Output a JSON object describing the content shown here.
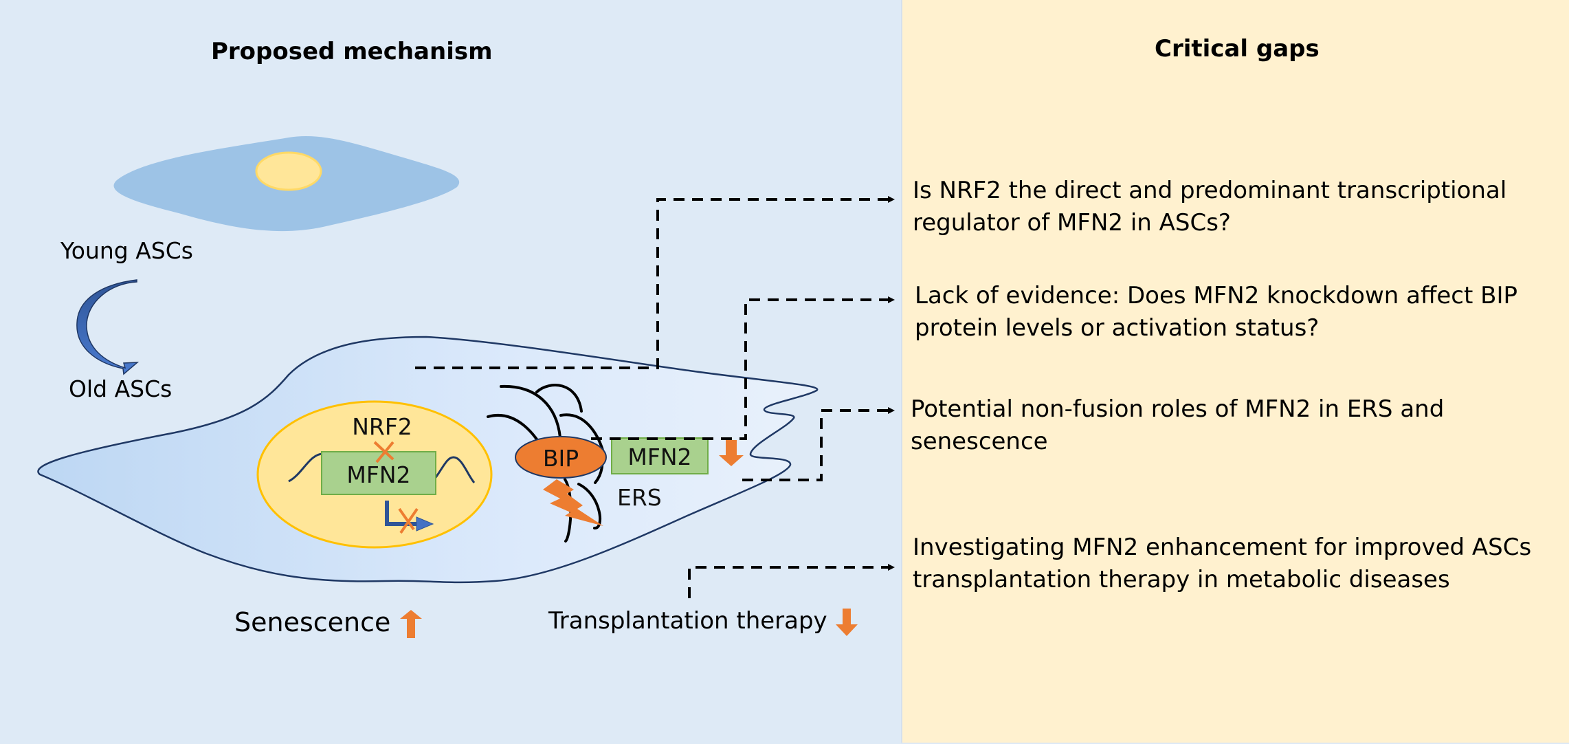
{
  "left_panel": {
    "title": "Proposed mechanism",
    "young_label": "Young ASCs",
    "old_label": "Old ASCs",
    "nucleus": {
      "factor_label": "NRF2",
      "gene_label": "MFN2"
    },
    "er": {
      "bip_label": "BIP",
      "mfn2_label": "MFN2",
      "ers_label": "ERS"
    },
    "outcomes": [
      {
        "label": "Senescence",
        "direction": "up"
      },
      {
        "label": "Transplantation therapy",
        "direction": "down"
      }
    ]
  },
  "right_panel": {
    "title": "Critical gaps",
    "gaps": [
      {
        "text": "Is NRF2 the direct and predominant transcriptional regulator of MFN2 in ASCs?"
      },
      {
        "text": "Lack of evidence: Does MFN2 knockdown affect BIP protein levels or activation status?"
      },
      {
        "text": "Potential non-fusion roles of MFN2 in ERS and senescence"
      },
      {
        "text": "Investigating MFN2 enhancement for improved ASCs transplantation therapy in metabolic diseases"
      }
    ]
  },
  "colors": {
    "left_bg": "#deeaf6",
    "right_bg": "#fff1cf",
    "young_cell": "#9dc3e6",
    "nucleus": "#ffe699",
    "nucleus_border": "#ffc000",
    "gene_box": "#a9d18e",
    "bip": "#ed7d31",
    "arrow_accent": "#ed7d31",
    "curved_arrow": "#4472c4",
    "cell_outline": "#1f3864"
  }
}
